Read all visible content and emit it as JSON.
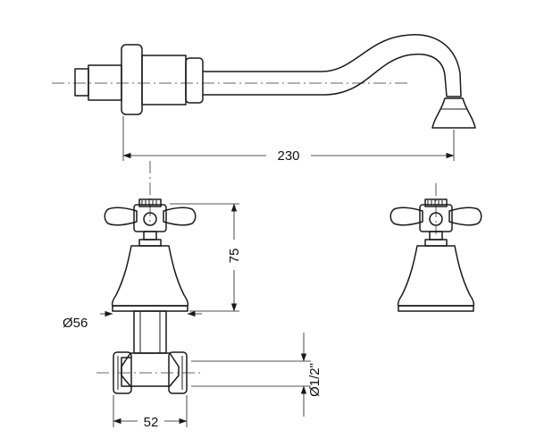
{
  "dimensions": {
    "spout_length": "230",
    "handle_height": "75",
    "flange_diameter": "Ø56",
    "body_width": "52",
    "thread_size": "Ø1/2\""
  }
}
